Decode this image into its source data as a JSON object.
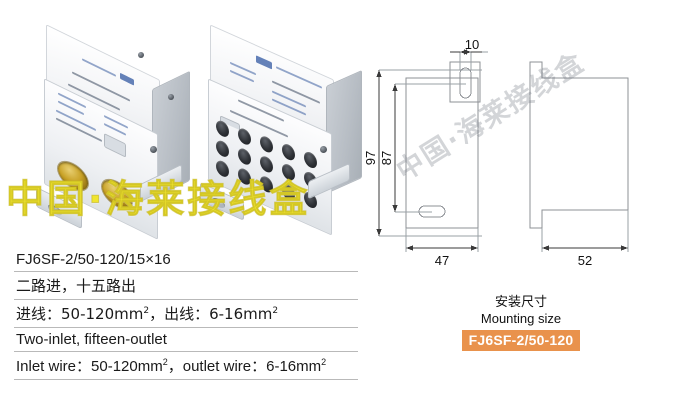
{
  "product": {
    "model_badge": "FJ6SF-2/50-120",
    "watermark_brand": "中国·海莱接线盒"
  },
  "specs": [
    {
      "id": "model",
      "text": "FJ6SF-2/50-120/15×16",
      "lang": "latin"
    },
    {
      "id": "config_cn",
      "text": "二路进，十五路出",
      "lang": "cjk"
    },
    {
      "id": "wire_cn_prefix",
      "lang": "cjk",
      "parts": [
        "进线：50-120mm",
        "2",
        "，出线：6-16mm",
        "2"
      ]
    },
    {
      "id": "config_en",
      "text": "Two-inlet, fifteen-outlet",
      "lang": "latin"
    },
    {
      "id": "wire_en",
      "lang": "latin",
      "parts": [
        "Inlet wire：50-120mm",
        "2",
        "，outlet wire：6-16mm",
        "2"
      ]
    }
  ],
  "drawing": {
    "caption_cn": "安装尺寸",
    "caption_en": "Mounting size",
    "dimensions": {
      "slot_width_top": "10",
      "overall_height": "97",
      "hole_centres_height": "87",
      "front_width": "47",
      "side_depth": "52"
    },
    "units": "mm"
  },
  "colors": {
    "badge_bg": "#e9924c",
    "badge_text": "#ffffff",
    "watermark_yellow": "#f0e52f",
    "brass": "#c9a227",
    "rule": "#b9b9b9",
    "line": "#3a3a3a"
  }
}
